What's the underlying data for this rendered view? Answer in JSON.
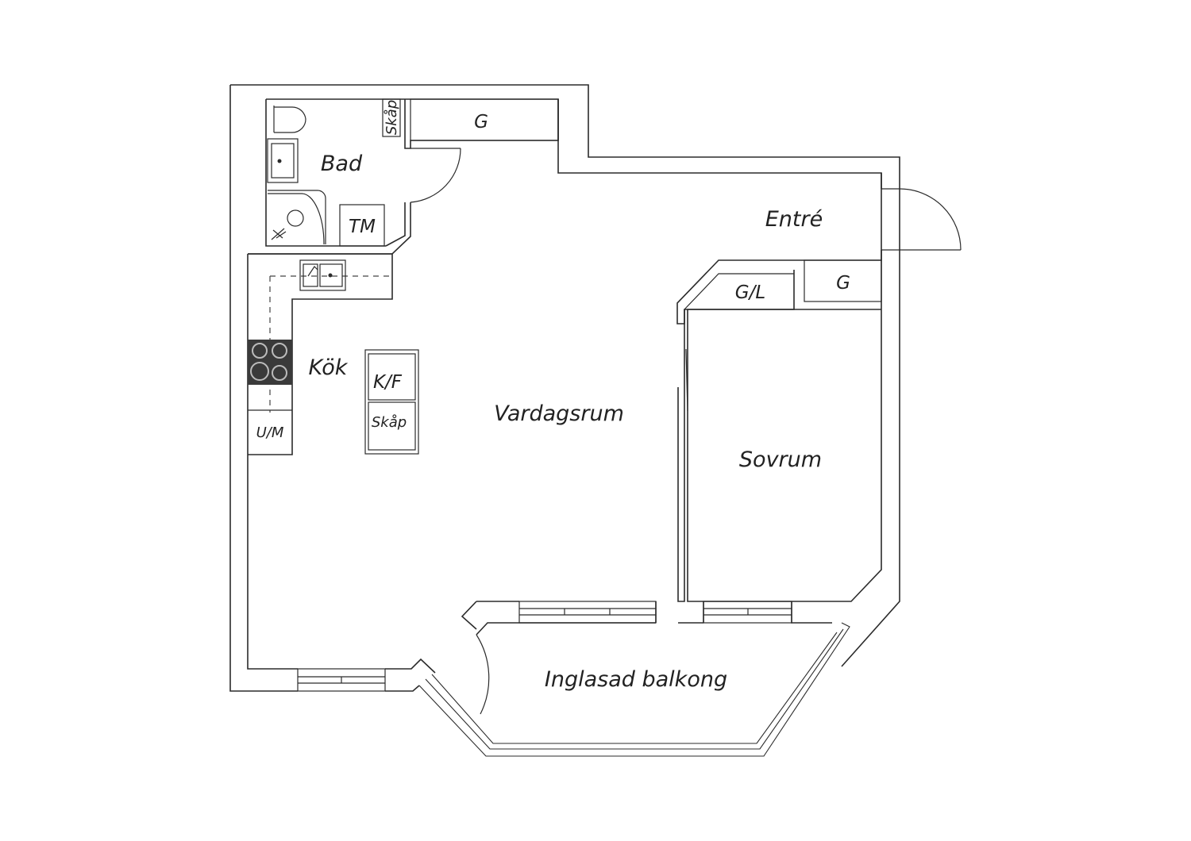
{
  "rooms": {
    "bad": "Bad",
    "entre": "Entré",
    "kok": "Kök",
    "vardagsrum": "Vardagsrum",
    "sovrum": "Sovrum",
    "balkong": "Inglasad balkong"
  },
  "fixtures": {
    "g_top": "G",
    "skap_bad": "Skåp",
    "tm": "TM",
    "gl": "G/L",
    "g_entre": "G",
    "kf": "K/F",
    "skap_kok": "Skåp",
    "um": "U/M"
  },
  "colors": {
    "wall": "#2b2b2b",
    "background": "#ffffff",
    "stove": "#3a3a3a"
  }
}
